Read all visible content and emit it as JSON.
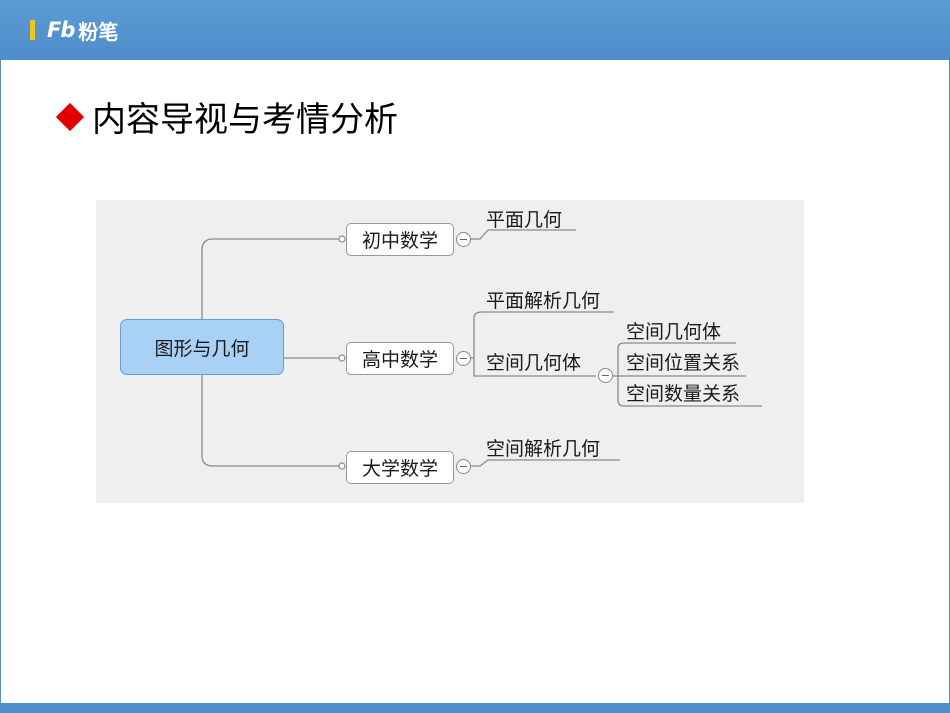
{
  "header": {
    "logo_mark": "Fb",
    "logo_name": "粉笔",
    "brand_color": "#5b9bd5",
    "accent_color": "#f0c419"
  },
  "heading": {
    "bullet_icon": "red-diamond",
    "bullet_color": "#e00000",
    "text": "内容导视与考情分析"
  },
  "mindmap": {
    "root": "图形与几何",
    "branches": [
      {
        "label": "初中数学",
        "children": [
          {
            "label": "平面几何"
          }
        ]
      },
      {
        "label": "高中数学",
        "children": [
          {
            "label": "平面解析几何"
          },
          {
            "label": "空间几何体",
            "children": [
              "空间几何体",
              "空间位置关系",
              "空间数量关系"
            ]
          }
        ]
      },
      {
        "label": "大学数学",
        "children": [
          {
            "label": "空间解析几何"
          }
        ]
      }
    ],
    "collapse_symbol": "−"
  }
}
